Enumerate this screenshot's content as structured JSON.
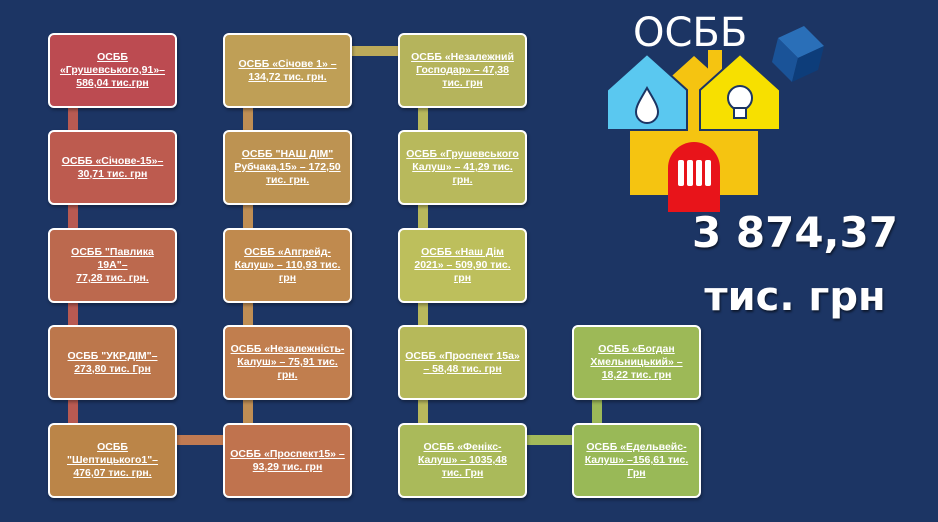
{
  "logo": {
    "title": "ОСББ",
    "icons": [
      "water-drop-icon",
      "light-bulb-icon",
      "radiator-icon",
      "house-icon",
      "cube-icon"
    ]
  },
  "total": {
    "amount": "3 874,37",
    "unit": "тис. грн"
  },
  "colors": {
    "background": "#1c3564",
    "col1": [
      "#bc4b51",
      "#bd5b4f",
      "#bc694e",
      "#bc774c",
      "#bb8548"
    ],
    "col2": [
      "#bf9f56",
      "#bd9352",
      "#c08a4e",
      "#c17e4e",
      "#c0734e"
    ],
    "col3": [
      "#b5b45c",
      "#b8b95c",
      "#bdbf5c",
      "#b6b95a",
      "#aaba5a"
    ],
    "col4": [
      "#9db957",
      "#99b957"
    ]
  },
  "boxes": {
    "b1": "ОСББ\n«Грушевського,91»–\n586,04 тис.грн",
    "b2": "ОСББ «Січове-15»–\n30,71 тис. грн",
    "b3": "ОСББ \"Павлика 19А\"–\n77,28 тис. грн.",
    "b4": "ОСББ \"УКР.ДІМ\"–\n273,80 тис. Грн",
    "b5": "ОСББ\n\"Шептицького1\"–\n476,07 тис. грн.",
    "b6": "ОСББ «Січове 1» –\n134,72 тис. грн.",
    "b7": "ОСББ \"НАШ ДІМ\"\nРубчака,15» – 172,50\nтис. грн.",
    "b8": "ОСББ «Апгрейд-\nКалуш» – 110,93 тис.\nгрн",
    "b9": "ОСББ «Незалежність-\nКалуш» – 75,91 тис.\nгрн.",
    "b10": "ОСББ «Проспект15» –\n93,29 тис. грн",
    "b11": "ОСББ «Незалежний\nГосподар» – 47,38\nтис. грн",
    "b12": "ОСББ «Грушевського\nКалуш» – 41,29 тис.\nгрн.",
    "b13": "ОСББ «Наш Дім\n2021» – 509,90 тис.\nгрн",
    "b14": "ОСББ «Проспект 15а»\n– 58,48 тис. грн",
    "b15": "ОСББ «Фенікс-\nКалуш» – 1035,48\nтис. Грн",
    "b16": "ОСББ «Богдан\nХмельницький» –\n18,22 тис. грн",
    "b17": "ОСББ «Едельвейс-\nКалуш» –156,61 тис.\nГрн"
  }
}
